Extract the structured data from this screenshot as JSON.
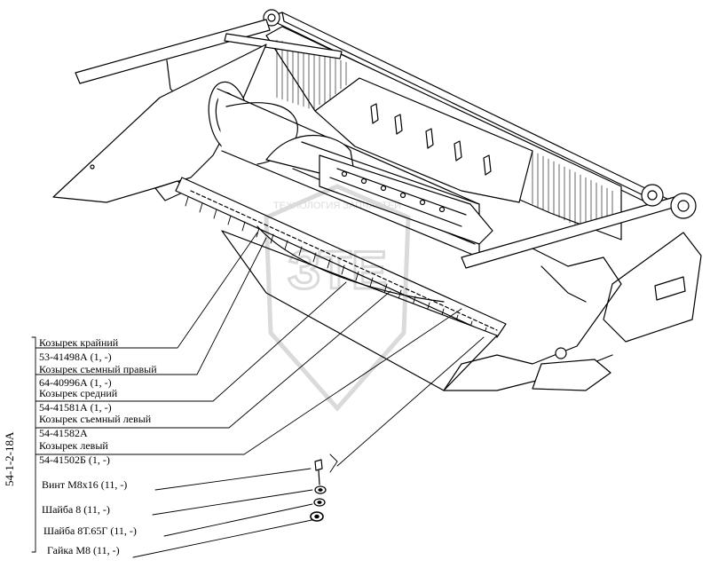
{
  "drawing": {
    "code": "54-1-2-18А",
    "watermark_text": "ТЕХНОЛОГИЯ ЗАПЧАСТЕЙ",
    "watermark_logo": "ЗТЕ"
  },
  "parts": [
    {
      "name": "Козырек крайний",
      "number": "53-41498А (1, -)"
    },
    {
      "name": "Козырек съемный правый",
      "number": "64-40996А (1, -)"
    },
    {
      "name": "Козырек средний",
      "number": "54-41581А (1, -)"
    },
    {
      "name": "Козырек съемный левый",
      "number": "54-41582А"
    },
    {
      "name": "Козырек левый",
      "number": "54-41502Б (1, -)"
    }
  ],
  "fasteners": [
    {
      "label": "Винт М8х16 (11, -)"
    },
    {
      "label": "Шайба 8 (11, -)"
    },
    {
      "label": "Шайба 8Т.65Г (11, -)"
    },
    {
      "label": "Гайка М8 (11, -)"
    }
  ]
}
